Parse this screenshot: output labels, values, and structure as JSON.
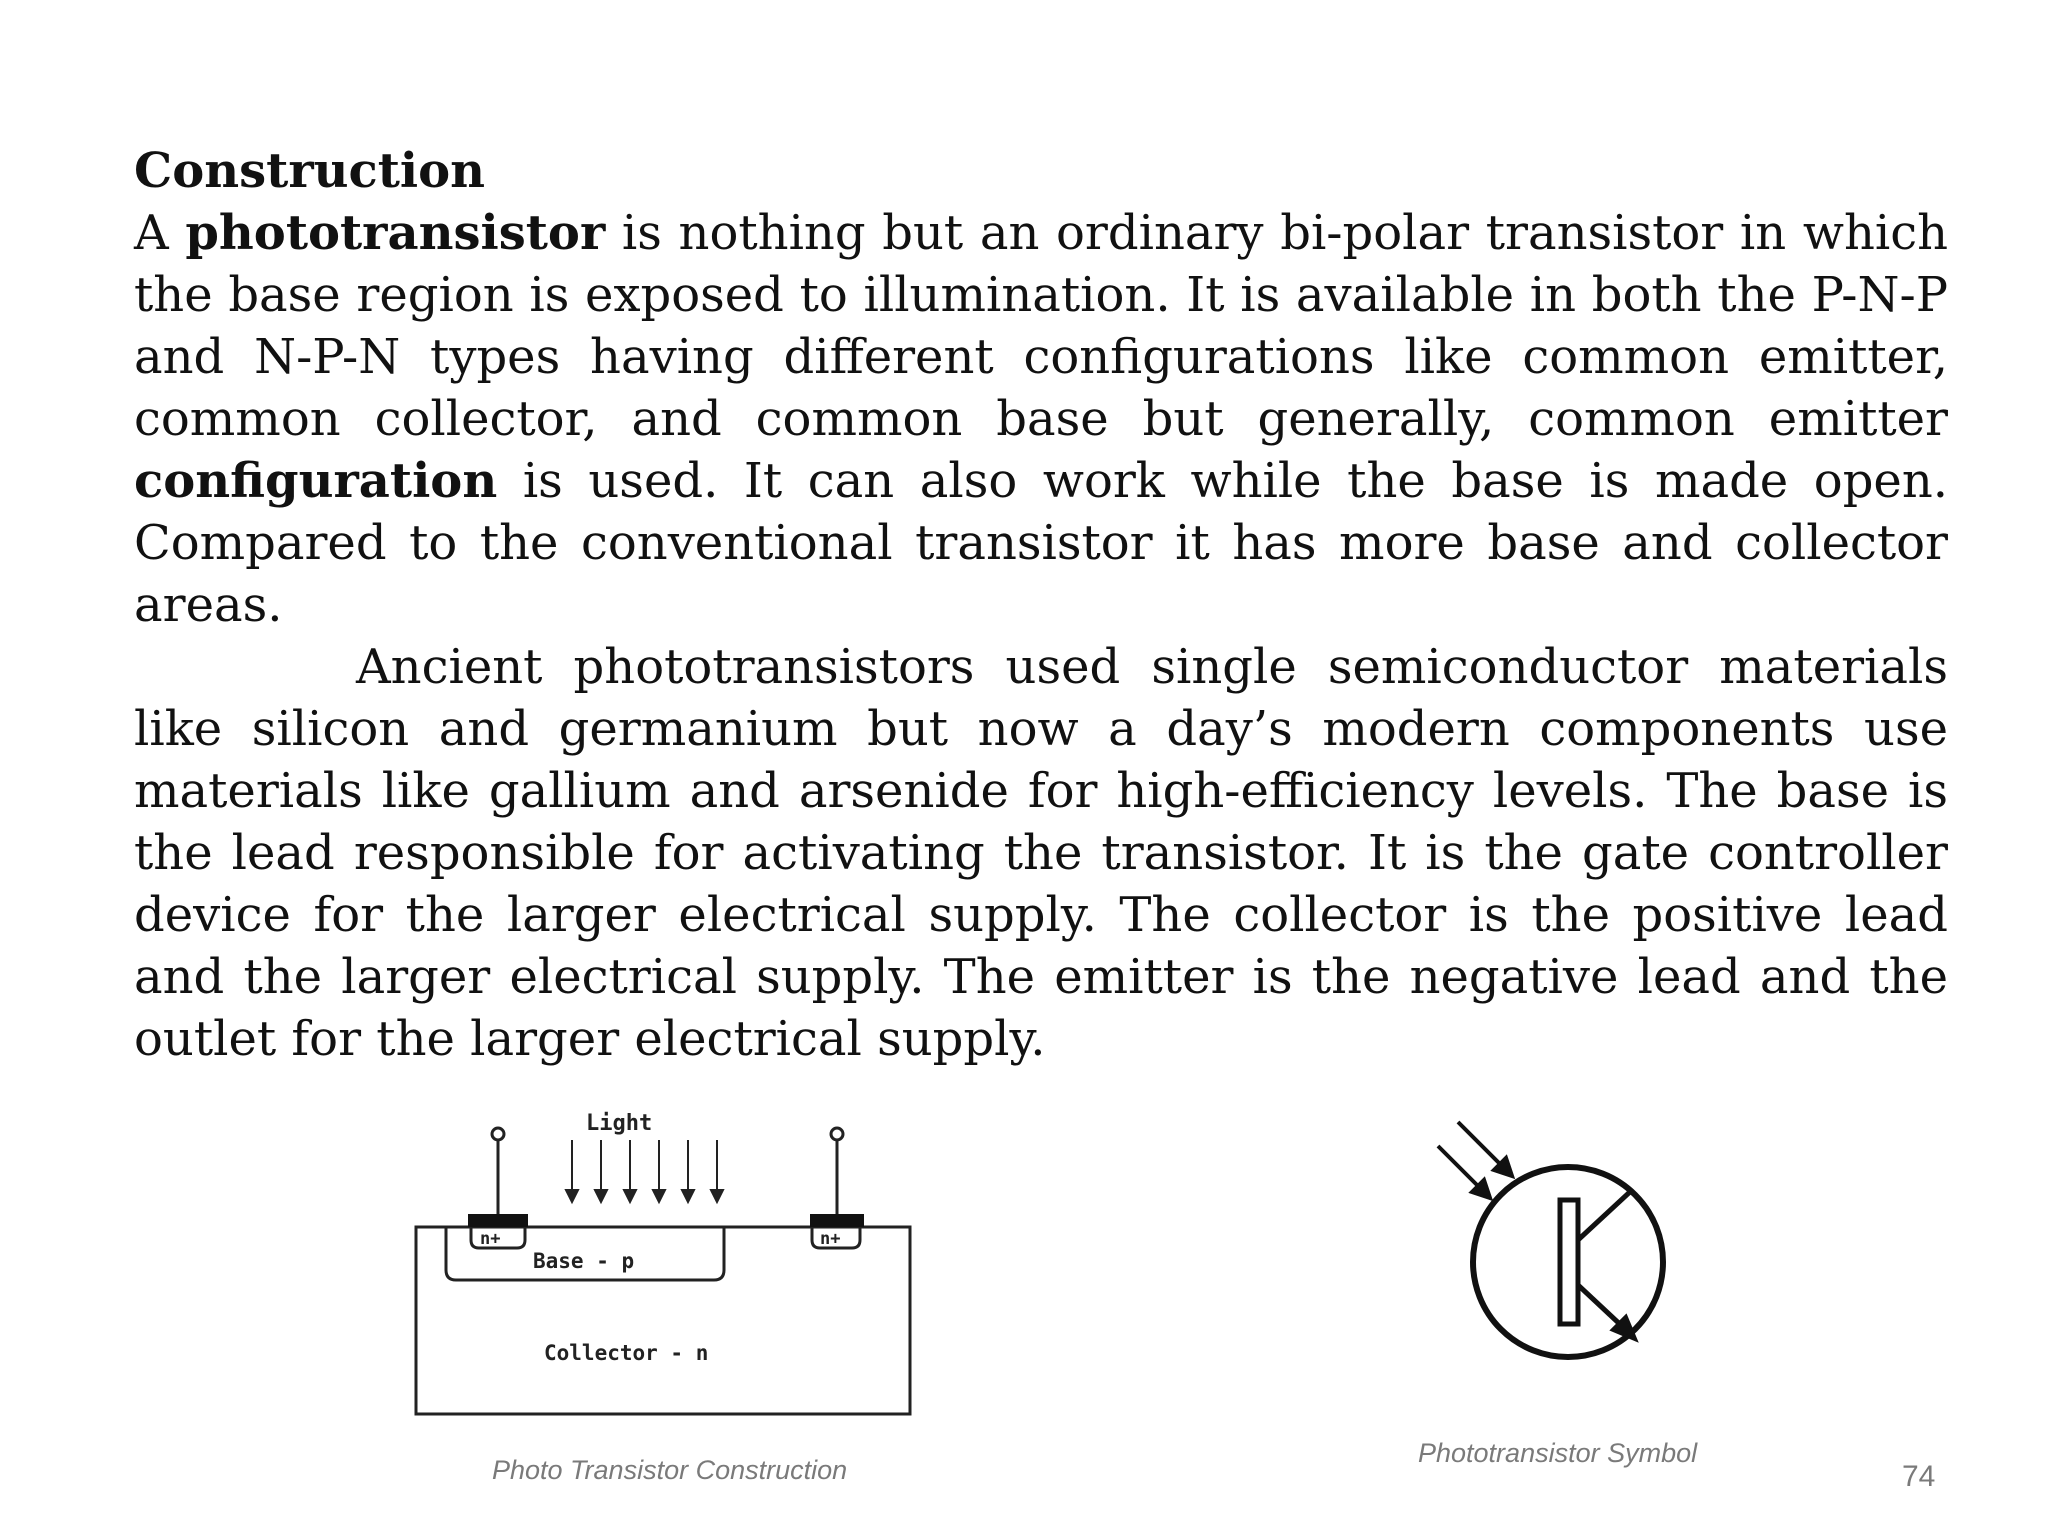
{
  "heading": "Construction",
  "paragraph1": {
    "part1": "A ",
    "bold1": "phototransistor",
    "part2": " is nothing but an ordinary bi-polar transistor in which the base region is exposed to illumination. It is available in both the P-N-P and N-P-N types having different configurations like common emitter, common collector, and common base but generally, common emitter ",
    "bold2": "configuration",
    "part3": " is used. It can also work while the base is made open. Compared to the conventional transistor it has more base and collector areas."
  },
  "paragraph2": "Ancient phototransistors used single semiconductor materials like silicon and germanium but now a day’s modern components use materials like gallium and arsenide for high-efficiency levels. The base is the lead responsible for activating the transistor. It is the gate controller device for the larger electrical supply. The collector is the positive lead and the larger electrical supply. The emitter is the negative lead and the outlet for the larger electrical supply.",
  "construction_diagram": {
    "light_label": "Light",
    "base_label": "Base - p",
    "collector_label": "Collector - n",
    "emitter_contact_label": "n+",
    "collector_contact_label": "n+",
    "caption": "Photo Transistor Construction"
  },
  "symbol_diagram": {
    "caption": "Phototransistor Symbol"
  },
  "page_number": "74"
}
